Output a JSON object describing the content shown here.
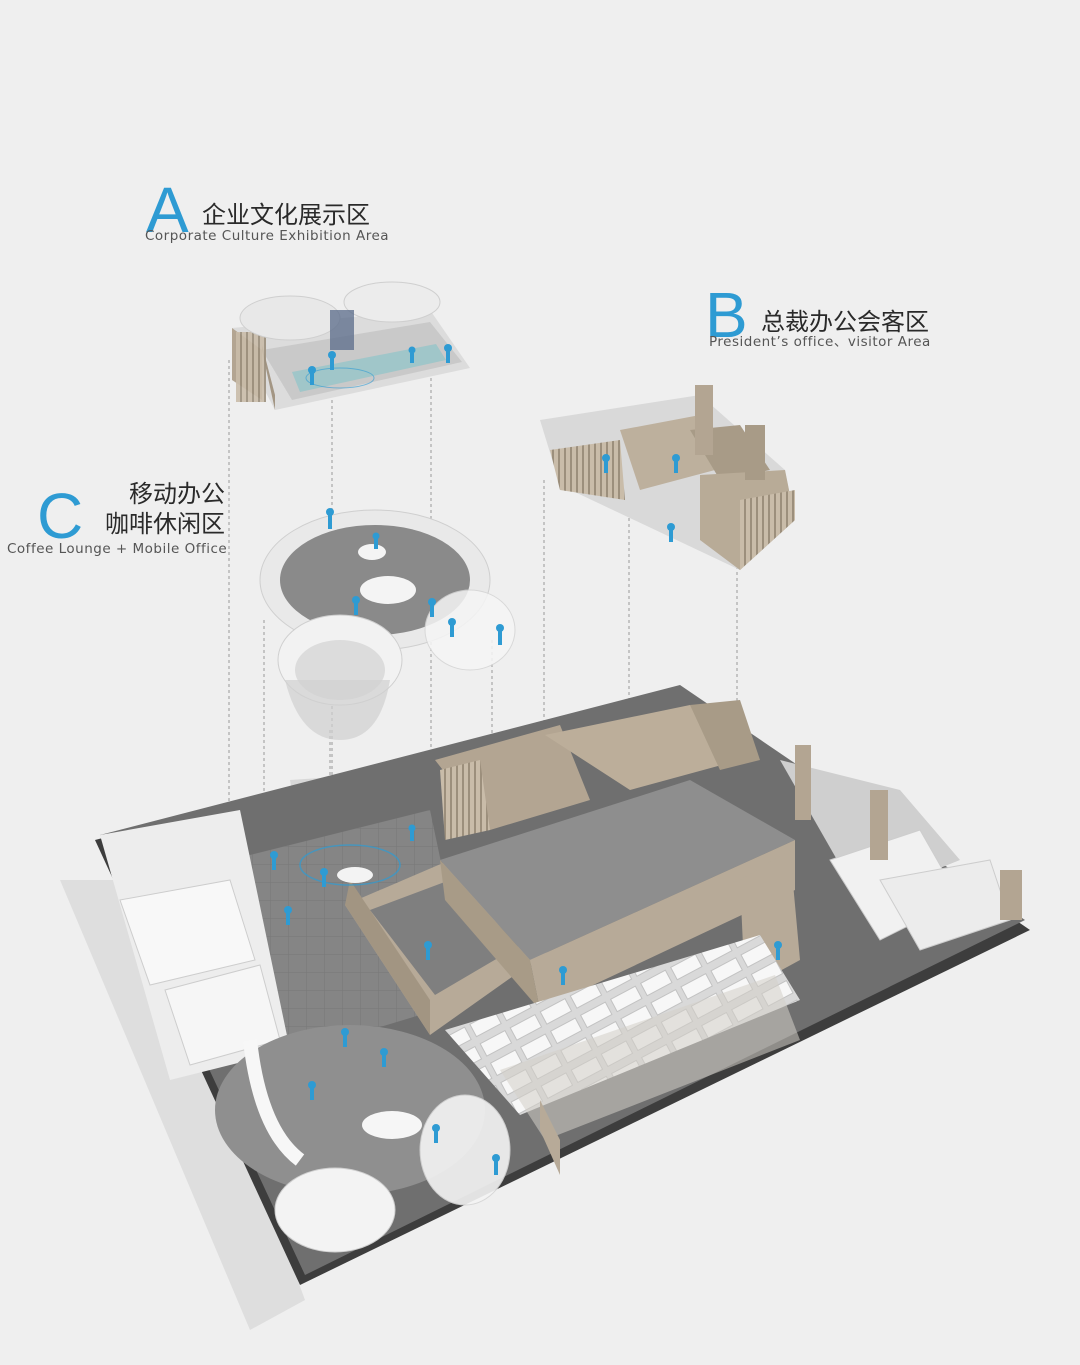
{
  "zones": {
    "a": {
      "letter": "A",
      "title": "企业文化展示区",
      "subtitle": "Corporate Culture Exhibition Area"
    },
    "b": {
      "letter": "B",
      "title": "总裁办公会客区",
      "subtitle": "President’s office、visitor Area"
    },
    "c": {
      "letter": "C",
      "title_line1": "移动办公",
      "title_line2": "咖啡休闲区",
      "subtitle": "Coffee Lounge + Mobile Office"
    }
  },
  "colors": {
    "background": "#efefef",
    "accent_blue": "#2e9bd3",
    "wall_tan": "#b7aa98",
    "roof_gray": "#8e8e8e",
    "floor_gray": "#7d7d7d",
    "white_furniture": "#f6f6f6"
  }
}
